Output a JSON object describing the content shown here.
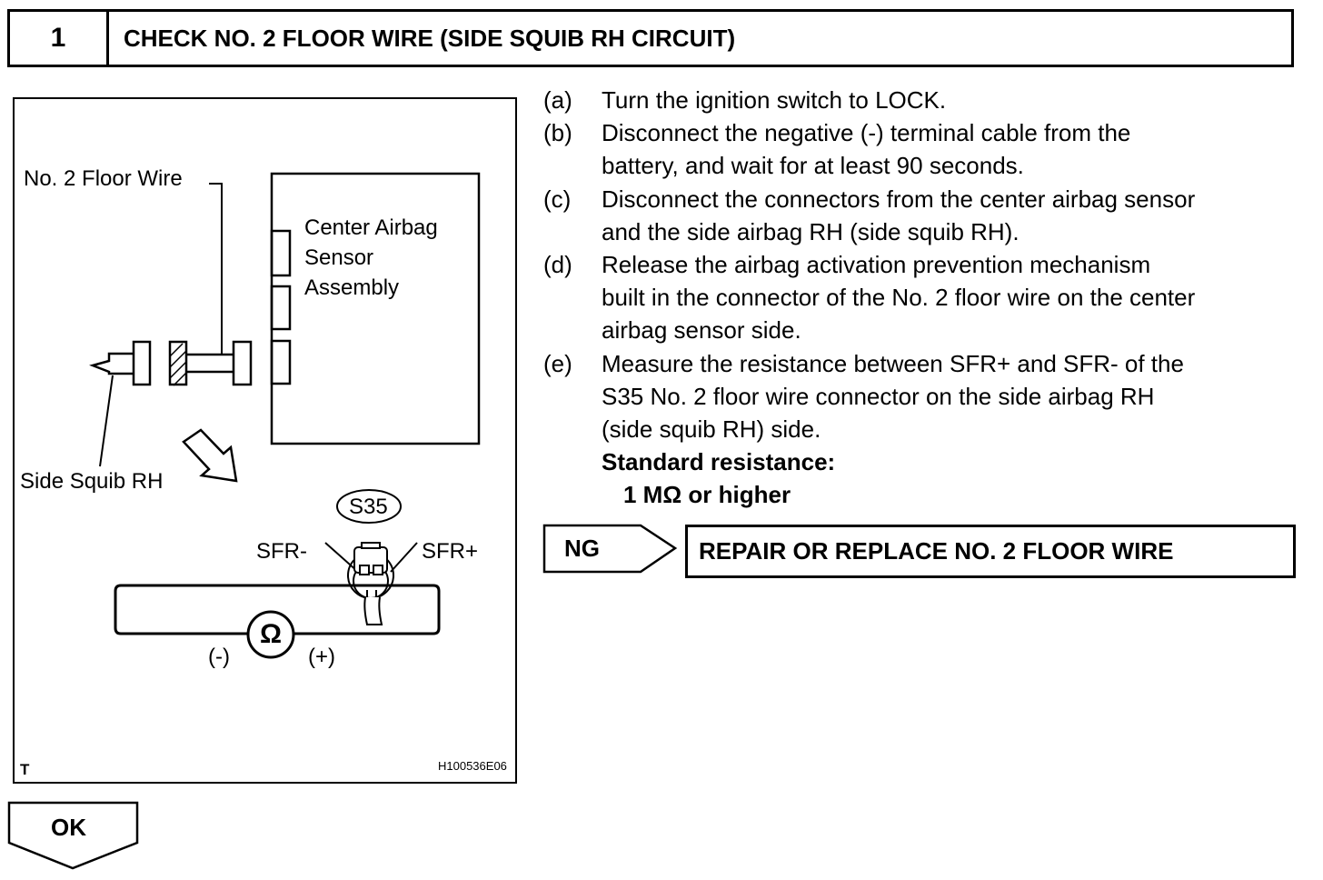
{
  "header": {
    "step_number": "1",
    "title": "CHECK NO. 2 FLOOR WIRE (SIDE SQUIB RH CIRCUIT)"
  },
  "figure": {
    "label_floor_wire": "No. 2 Floor Wire",
    "label_sensor_line1": "Center Airbag",
    "label_sensor_line2": "Sensor",
    "label_sensor_line3": "Assembly",
    "label_side_squib": "Side Squib RH",
    "label_connector": "S35",
    "label_sfr_minus": "SFR-",
    "label_sfr_plus": "SFR+",
    "ohm_symbol": "Ω",
    "label_neg": "(-)",
    "label_pos": "(+)",
    "corner_mark": "T",
    "figure_id": "H100536E06"
  },
  "procedure": [
    {
      "letter": "(a)",
      "lines": [
        "Turn the ignition switch to LOCK."
      ]
    },
    {
      "letter": "(b)",
      "lines": [
        "Disconnect the negative (-) terminal cable from the",
        "battery, and wait for at least 90 seconds."
      ]
    },
    {
      "letter": "(c)",
      "lines": [
        "Disconnect the connectors from the center airbag sensor",
        "and the side airbag RH (side squib RH)."
      ]
    },
    {
      "letter": "(d)",
      "lines": [
        "Release the airbag activation prevention mechanism",
        "built in the connector of the No. 2 floor wire on the center",
        "airbag sensor side."
      ]
    },
    {
      "letter": "(e)",
      "lines": [
        "Measure the resistance between SFR+ and SFR- of the",
        "S35 No. 2 floor wire connector on the side airbag RH",
        "(side squib RH) side."
      ]
    }
  ],
  "standard": {
    "label": "Standard resistance:",
    "value": "1 MΩ or higher"
  },
  "ng": {
    "label": "NG",
    "action": "REPAIR OR REPLACE NO. 2 FLOOR WIRE"
  },
  "ok": {
    "label": "OK"
  }
}
